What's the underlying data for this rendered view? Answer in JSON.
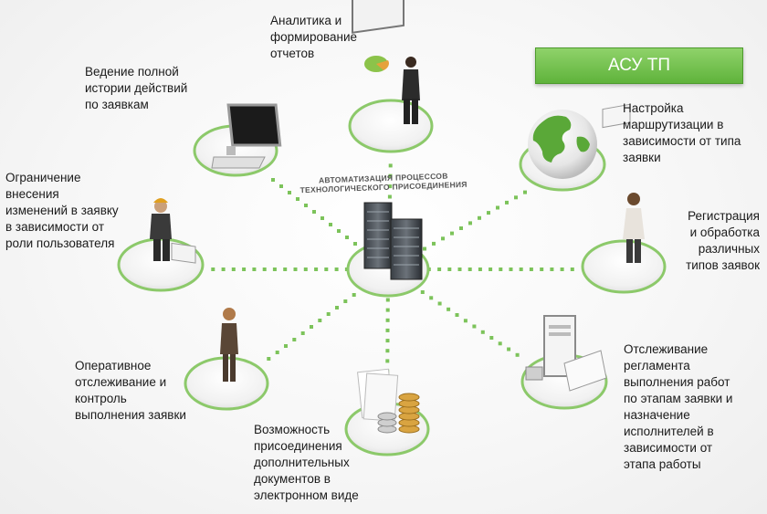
{
  "banner": "АСУ ТП",
  "center_caption": "АВТОМАТИЗАЦИЯ ПРОЦЕССОВ\nТЕХНОЛОГИЧЕСКОГО ПРИСОЕДИНЕНИЯ",
  "labels": {
    "analytics": "Аналитика и\nформирование\nотчетов",
    "history": "Ведение полной\nистории действий\nпо заявкам",
    "routing": "Настройка\nмаршрутизации в\nзависимости от типа\nзаявки",
    "restriction": "Ограничение\nвнесения\nизменений в заявку\nв зависимости от\nроли пользователя",
    "registration": "Регистрация\nи обработка\nразличных\nтипов заявок",
    "tracking": "Оперативное\nотслеживание и\nконтроль\nвыполнения заявки",
    "regulation": "Отслеживание\nрегламента\nвыполнения работ\nпо этапам заявки и\nназначение\nисполнителей в\nзависимости от\nэтапа работы",
    "documents": "Возможность\nприсоединения\nдополнительных\nдокументов в\nэлектронном виде"
  },
  "colors": {
    "accent_green": "#5fb33b",
    "dot_green": "#7cc35a",
    "platform_ring": "#8cc96a"
  }
}
